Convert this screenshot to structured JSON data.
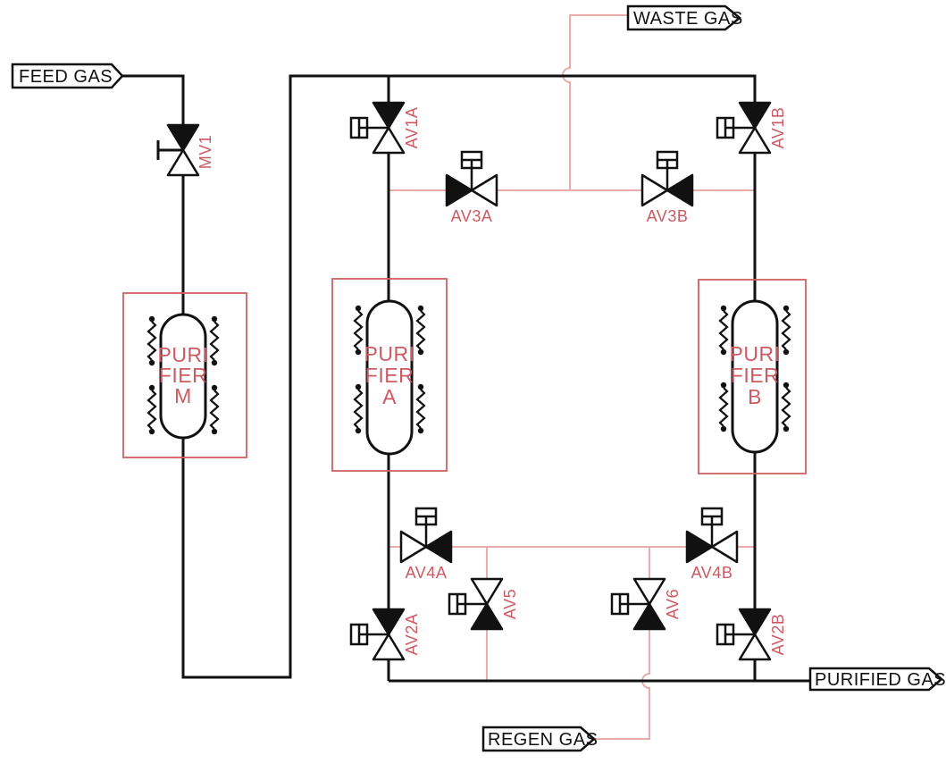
{
  "streams": {
    "feed": "FEED GAS",
    "waste": "WASTE GAS",
    "regen": "REGEN GAS",
    "purified": "PURIFIED GAS"
  },
  "valves": {
    "mv1": "MV1",
    "av1a": "AV1A",
    "av1b": "AV1B",
    "av2a": "AV2A",
    "av2b": "AV2B",
    "av3a": "AV3A",
    "av3b": "AV3B",
    "av4a": "AV4A",
    "av4b": "AV4B",
    "av5": "AV5",
    "av6": "AV6"
  },
  "purifiers": {
    "m": {
      "l1": "PURI",
      "l2": "FIER",
      "l3": "M"
    },
    "a": {
      "l1": "PURI",
      "l2": "FIER",
      "l3": "A"
    },
    "b": {
      "l1": "PURI",
      "l2": "FIER",
      "l3": "B"
    }
  },
  "colors": {
    "pipe_black": "#111111",
    "pipe_pink": "#eaabab",
    "label_red": "#cc5a63",
    "vessel_box_red": "#cd6360"
  }
}
